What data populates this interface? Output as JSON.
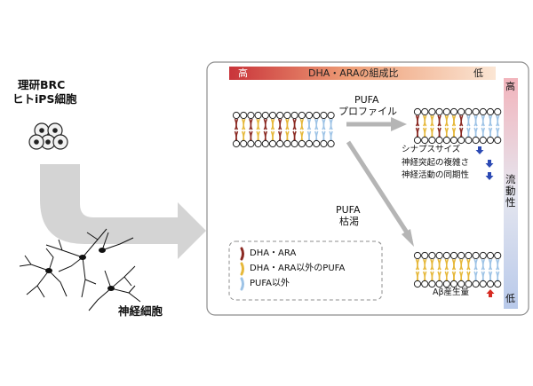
{
  "left": {
    "source_line1": "理研BRC",
    "source_line2": "ヒトiPS細胞",
    "neuron_label": "神経細胞"
  },
  "panel": {
    "gradient_bar": {
      "high": "高",
      "title": "DHA・ARAの組成比",
      "low": "低",
      "colors": [
        "#c9343a",
        "#ee9d76",
        "#fbe6d4"
      ]
    },
    "arrow_top_line1": "PUFA",
    "arrow_top_line2": "プロファイル",
    "arrow_diag_line1": "PUFA",
    "arrow_diag_line2": "枯渇",
    "effects": [
      {
        "label": "シナプスサイズ",
        "direction": "down"
      },
      {
        "label": "神経突起の複雑さ",
        "direction": "down"
      },
      {
        "label": "神経活動の同期性",
        "direction": "down"
      }
    ],
    "abeta": {
      "label": "Aβ産生量",
      "direction": "up"
    },
    "fluidity": {
      "high": "高",
      "title": "流動性",
      "low": "低",
      "colors": [
        "#f2b4bc",
        "#e5e6ef",
        "#b8c9ea"
      ]
    },
    "legend": [
      {
        "label": "DHA・ARA",
        "color": "#8b2a23"
      },
      {
        "label": "DHA・ARA以外のPUFA",
        "color": "#e6b83a"
      },
      {
        "label": "PUFA以外",
        "color": "#9dc3e6"
      }
    ]
  },
  "colors": {
    "arrow_gray": "#cfcfcf",
    "panel_border": "#8c8c8c",
    "down_arrow": "#2c4ab4",
    "up_arrow": "#d62b22"
  }
}
